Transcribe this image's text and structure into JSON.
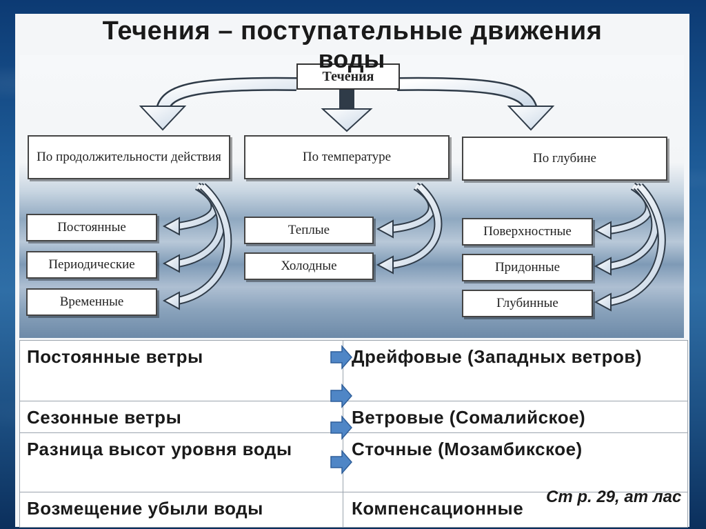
{
  "title": "Течения – поступательные движения",
  "title_continuation": "воды",
  "diagram": {
    "root": "Течения",
    "categories": [
      {
        "label": "По продолжительности действия",
        "items": [
          "Постоянные",
          "Периодические",
          "Временные"
        ]
      },
      {
        "label": "По температуре",
        "items": [
          "Теплые",
          "Холодные"
        ]
      },
      {
        "label": "По глубине",
        "items": [
          "Поверхностные",
          "Придонные",
          "Глубинные"
        ]
      }
    ]
  },
  "table": {
    "rows": [
      {
        "cause": "Постоянные ветры",
        "effect": "Дрейфовые (Западных ветров)"
      },
      {
        "cause": "Сезонные ветры",
        "effect": "Ветровые (Сомалийское)"
      },
      {
        "cause": "Разница высот уровня воды",
        "effect": "Сточные (Мозамбикское)"
      },
      {
        "cause": "Возмещение убыли воды",
        "effect": "Компенсационные"
      }
    ]
  },
  "note": "Ст р. 29, ат лас",
  "colors": {
    "arrow_fill": "#4f86c6",
    "arrow_stroke": "#2f5f9a",
    "curve_arrow": "#e8eef5"
  }
}
